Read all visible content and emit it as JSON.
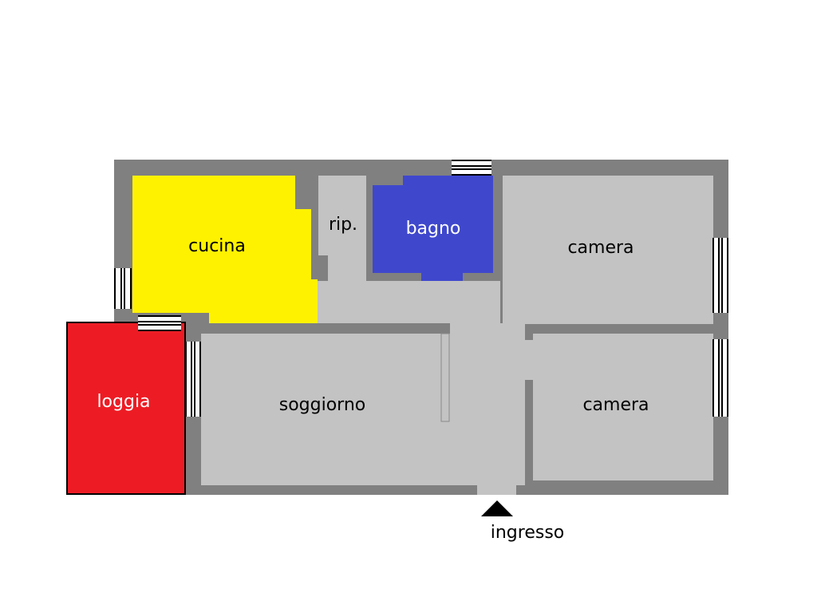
{
  "rooms": {
    "cucina": "cucina",
    "ripostiglio": "rip.",
    "bagno": "bagno",
    "camera_top": "camera",
    "camera_bottom": "camera",
    "loggia": "loggia",
    "soggiorno": "soggiorno"
  },
  "entrance": {
    "label": "ingresso"
  },
  "colors": {
    "wall": "#808080",
    "floor": "#c3c3c3",
    "cucina": "#fff200",
    "bagno": "#3f48cc",
    "loggia": "#ed1c24",
    "window": "#ffffff",
    "text": "#000000",
    "text_on_dark": "#ffffff"
  }
}
